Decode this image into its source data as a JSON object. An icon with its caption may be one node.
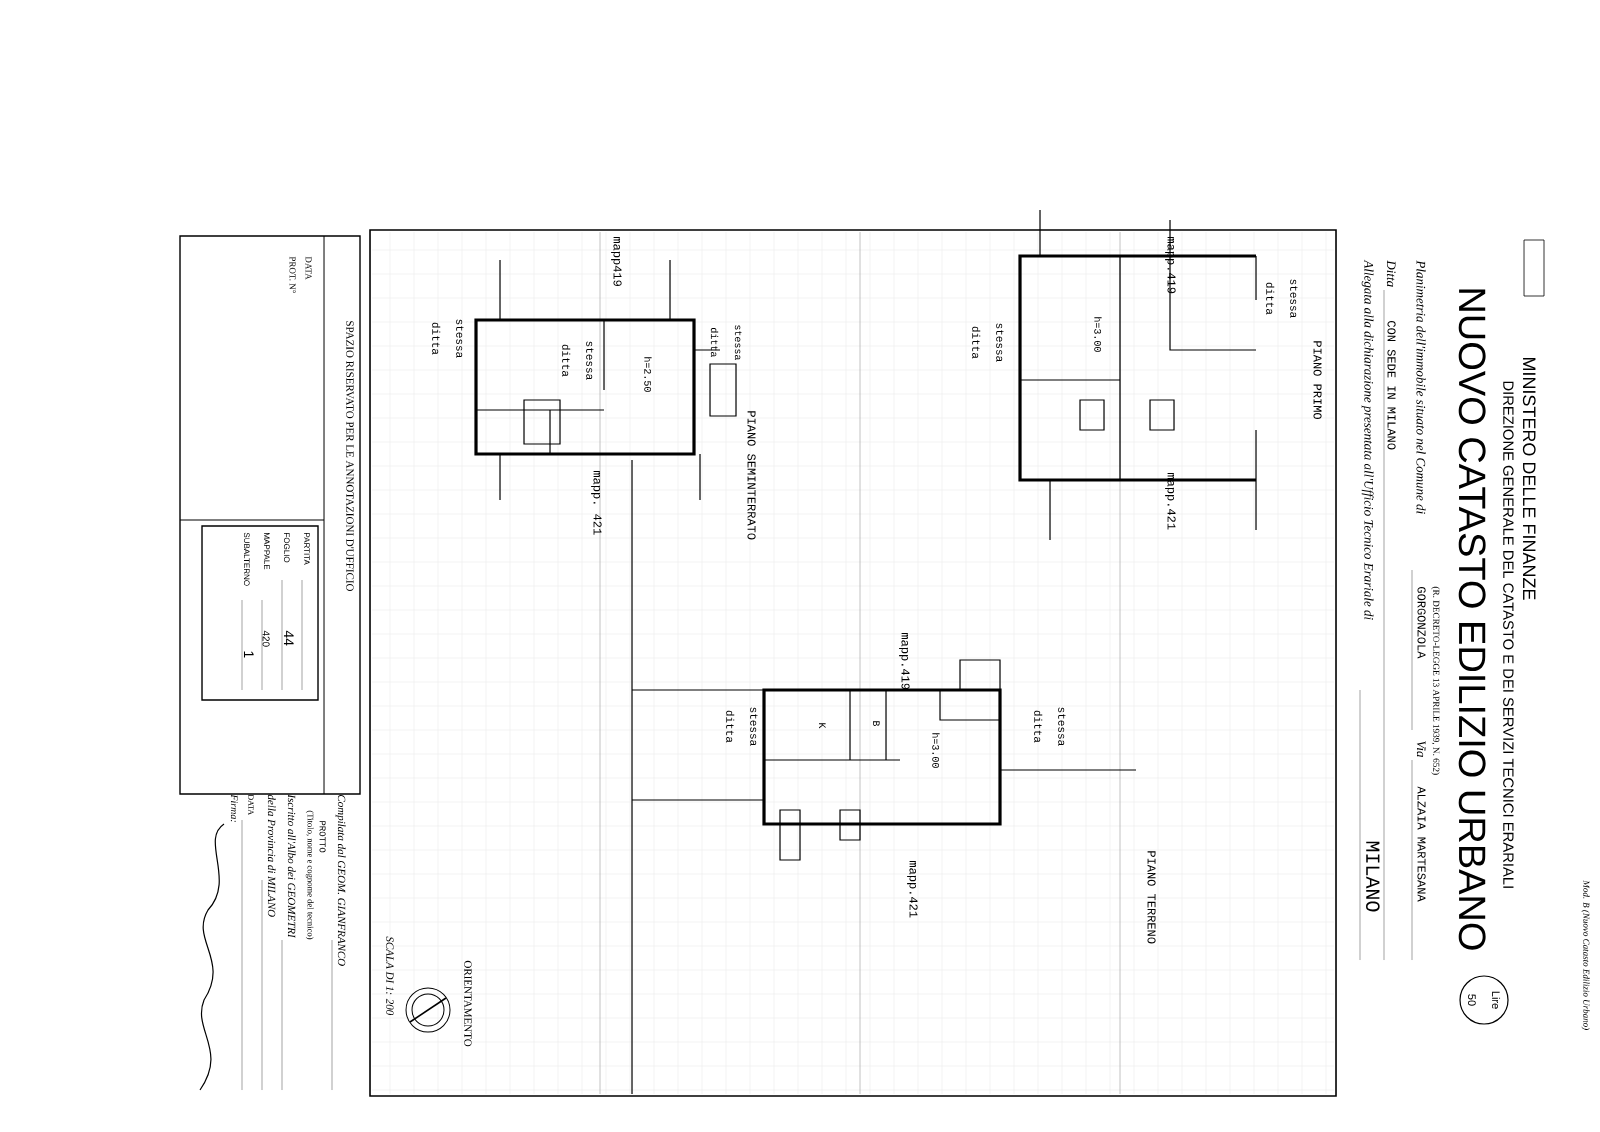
{
  "diagram": {
    "title": "NUOVO CATASTO EDILIZIO URBANO",
    "nodes": [
      {
        "text": [
          "Lire 50"
        ]
      },
      {
        "text": [
          "SPAZIO RISERVATO PER LE ANNOTAZIONI D'UFFICIO",
          "DATA",
          "PROT. N°"
        ]
      },
      {
        "text": [
          "PARTITA",
          "FOGLIO",
          "44",
          "MAPPALE",
          "420",
          "SUBALTERNO",
          "1"
        ],
        "in": 1
      }
    ],
    "labels": [
      "Mod. B (Nuovo Catasto Edilizio Urbano)",
      "MINISTERO DELLE FINANZE",
      "DIREZIONE GENERALE DEL CATASTO E DEI SERVIZI TECNICI ERARIALI",
      "(R. DECRETO-LEGGE 13 APRILE 1939, N. 652)",
      "Planimetria dell'immobile situato nel Comune di",
      "GORGONZOLA",
      "Via",
      "ALZAIA MARTESANA",
      "Ditta",
      "CON SEDE IN MILANO",
      "Allegata alla dichiarazione presentata all'Ufficio Tecnico Erariale di",
      "MILANO",
      "PIANO PRIMO",
      "stessa ditta",
      "mapp.419",
      "h=3.00",
      "stessa ditta",
      "mapp.421",
      "PIANO TERRENO",
      "stessa ditta",
      "mapp.419",
      "h=3.00",
      "B",
      "K",
      "stessa ditta",
      "mapp.421",
      "stessa ditta",
      "PIANO SEMINTERRATO",
      "h=2.50",
      "stessa ditta",
      "mapp419",
      "mapp. 421",
      "stessa ditta",
      "ORIENTAMENTO",
      "SCALA DI 1: 200",
      "Compilata dal GEOM. GIANFRANCO",
      "PROTTO",
      "(Titolo, nome e cognome del tecnico)",
      "Iscritto all'Albo dei GEOMETRI",
      "della Provincia di MILANO",
      "DATA",
      "Firma:"
    ]
  }
}
